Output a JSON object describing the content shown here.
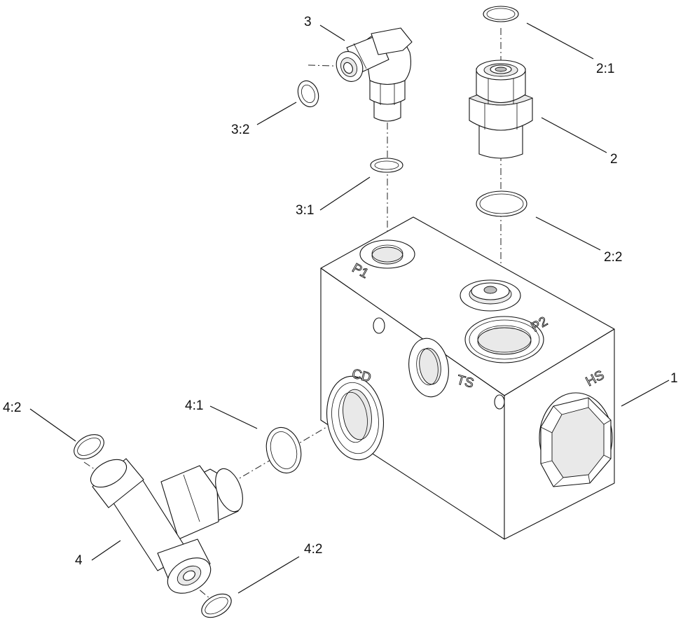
{
  "callouts": {
    "c1": "1",
    "c2": "2",
    "c2_1": "2:1",
    "c2_2": "2:2",
    "c3": "3",
    "c3_1": "3:1",
    "c3_2": "3:2",
    "c4": "4",
    "c4_1": "4:1",
    "c4_2_top": "4:2",
    "c4_2_bottom": "4:2"
  },
  "ports": {
    "p1": "P1",
    "p2": "P2",
    "cd": "CD",
    "ts": "TS",
    "hs": "HS"
  }
}
